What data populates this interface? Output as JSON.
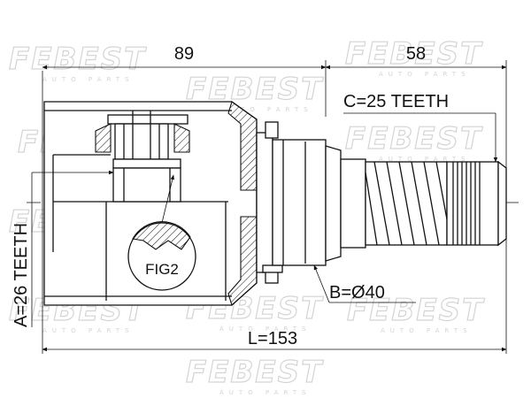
{
  "diagram": {
    "dimensions": {
      "top_left": "89",
      "top_right": "58",
      "total_length": "L=153"
    },
    "callouts": {
      "outer_teeth": "C=25 TEETH",
      "inner_teeth": "A=26 TEETH",
      "diameter": "B=Ø40",
      "figure": "FIG2"
    },
    "watermark": {
      "brand": "FEBEST",
      "tagline": "AUTO PARTS"
    },
    "colors": {
      "line": "#111111",
      "watermark": "#d4d4d4",
      "background": "#ffffff"
    }
  }
}
